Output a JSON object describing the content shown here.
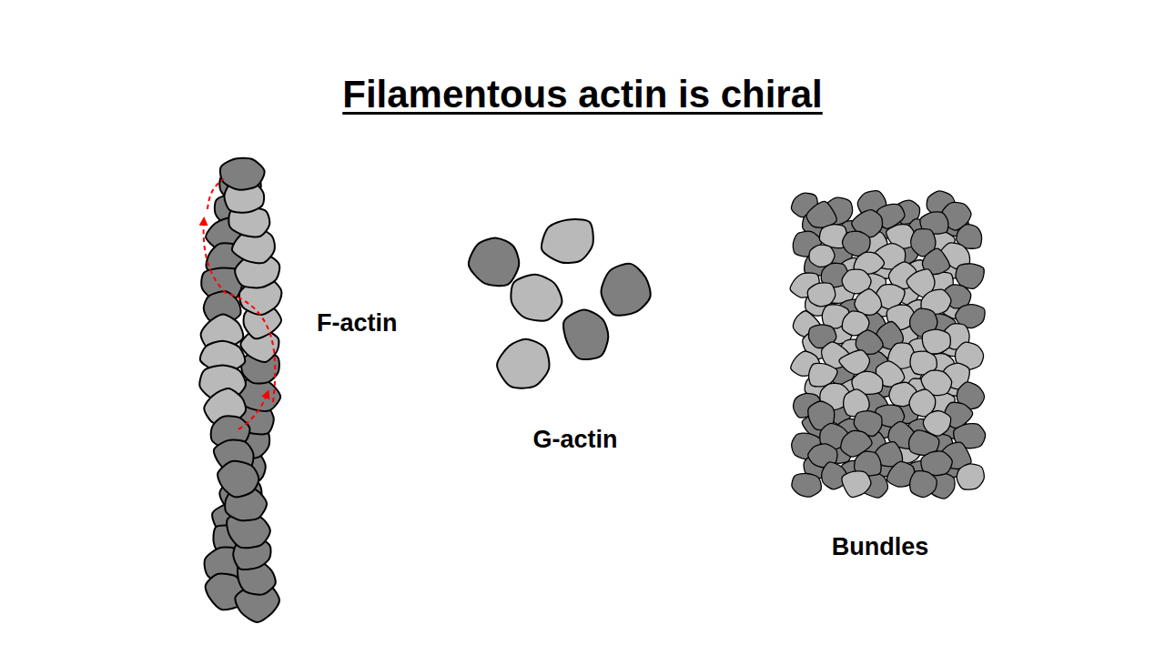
{
  "diagram": {
    "title": "Filamentous actin is chiral",
    "labels": [
      "F-actin",
      "G-actin",
      "Bundles"
    ]
  }
}
